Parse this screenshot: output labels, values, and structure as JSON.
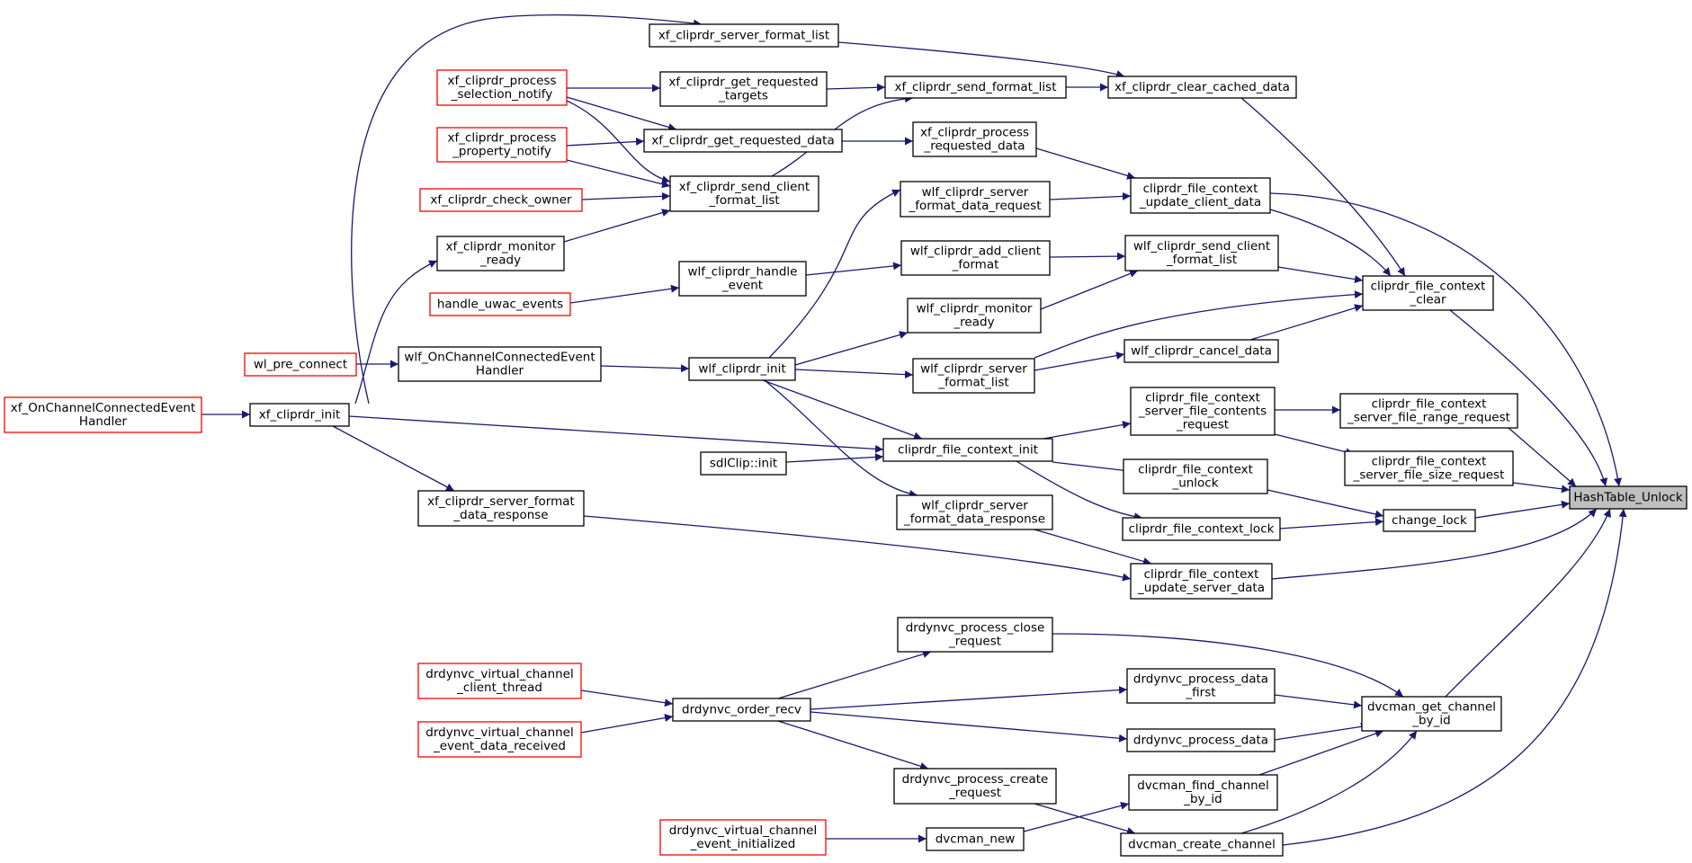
{
  "graph": {
    "edge_color": "#191970",
    "truncated_border_color": "#ff0000",
    "normal_border_color": "#000000",
    "root_fill": "#bfbfbf",
    "nodes": [
      {
        "id": "n_hash",
        "lines": [
          "HashTable_Unlock"
        ],
        "root": true
      },
      {
        "id": "n_fcc",
        "lines": [
          "cliprdr_file_context",
          "_clear"
        ]
      },
      {
        "id": "n_clr_cache",
        "lines": [
          "xf_cliprdr_clear_cached_data"
        ]
      },
      {
        "id": "n_srv_fmt_list_x",
        "lines": [
          "xf_cliprdr_server_format_list"
        ]
      },
      {
        "id": "n_send_fmt_list",
        "lines": [
          "xf_cliprdr_send_format_list"
        ]
      },
      {
        "id": "n_proc_sel",
        "lines": [
          "xf_cliprdr_process",
          "_selection_notify"
        ],
        "truncated": true
      },
      {
        "id": "n_get_req_tgt",
        "lines": [
          "xf_cliprdr_get_requested",
          "_targets"
        ]
      },
      {
        "id": "n_proc_prop",
        "lines": [
          "xf_cliprdr_process",
          "_property_notify"
        ],
        "truncated": true
      },
      {
        "id": "n_get_req_data",
        "lines": [
          "xf_cliprdr_get_requested_data"
        ]
      },
      {
        "id": "n_proc_req_data",
        "lines": [
          "xf_cliprdr_process",
          "_requested_data"
        ]
      },
      {
        "id": "n_check_owner",
        "lines": [
          "xf_cliprdr_check_owner"
        ],
        "truncated": true
      },
      {
        "id": "n_send_client_x",
        "lines": [
          "xf_cliprdr_send_client",
          "_format_list"
        ]
      },
      {
        "id": "n_upd_client",
        "lines": [
          "cliprdr_file_context",
          "_update_client_data"
        ]
      },
      {
        "id": "n_wlf_srv_fdr",
        "lines": [
          "wlf_cliprdr_server",
          "_format_data_request"
        ]
      },
      {
        "id": "n_monitor_x",
        "lines": [
          "xf_cliprdr_monitor",
          "_ready"
        ]
      },
      {
        "id": "n_wlf_add_fmt",
        "lines": [
          "wlf_cliprdr_add_client",
          "_format"
        ]
      },
      {
        "id": "n_wlf_send_client",
        "lines": [
          "wlf_cliprdr_send_client",
          "_format_list"
        ]
      },
      {
        "id": "n_wlf_handle",
        "lines": [
          "wlf_cliprdr_handle",
          "_event"
        ]
      },
      {
        "id": "n_uwac",
        "lines": [
          "handle_uwac_events"
        ],
        "truncated": true
      },
      {
        "id": "n_wlf_monitor",
        "lines": [
          "wlf_cliprdr_monitor",
          "_ready"
        ]
      },
      {
        "id": "n_wl_pre",
        "lines": [
          "wl_pre_connect"
        ],
        "truncated": true
      },
      {
        "id": "n_wlf_onchan",
        "lines": [
          "wlf_OnChannelConnectedEvent",
          "Handler"
        ]
      },
      {
        "id": "n_wlf_init",
        "lines": [
          "wlf_cliprdr_init"
        ]
      },
      {
        "id": "n_wlf_srv_fmt_list",
        "lines": [
          "wlf_cliprdr_server",
          "_format_list"
        ]
      },
      {
        "id": "n_wlf_cancel",
        "lines": [
          "wlf_cliprdr_cancel_data"
        ]
      },
      {
        "id": "n_xf_onchan",
        "lines": [
          "xf_OnChannelConnectedEvent",
          "Handler"
        ],
        "truncated": true
      },
      {
        "id": "n_xf_init",
        "lines": [
          "xf_cliprdr_init"
        ]
      },
      {
        "id": "n_fc_sfc_req",
        "lines": [
          "cliprdr_file_context",
          "_server_file_contents",
          "_request"
        ]
      },
      {
        "id": "n_fc_range",
        "lines": [
          "cliprdr_file_context",
          "_server_file_range_request"
        ]
      },
      {
        "id": "n_fc_init",
        "lines": [
          "cliprdr_file_context_init"
        ]
      },
      {
        "id": "n_sdl",
        "lines": [
          "sdlClip::init"
        ]
      },
      {
        "id": "n_fc_unlock",
        "lines": [
          "cliprdr_file_context",
          "_unlock"
        ]
      },
      {
        "id": "n_fc_size",
        "lines": [
          "cliprdr_file_context",
          "_server_file_size_request"
        ]
      },
      {
        "id": "n_xf_srv_fdresp",
        "lines": [
          "xf_cliprdr_server_format",
          "_data_response"
        ]
      },
      {
        "id": "n_wlf_srv_fdresp",
        "lines": [
          "wlf_cliprdr_server",
          "_format_data_response"
        ]
      },
      {
        "id": "n_change_lock",
        "lines": [
          "change_lock"
        ]
      },
      {
        "id": "n_fc_lock",
        "lines": [
          "cliprdr_file_context_lock"
        ]
      },
      {
        "id": "n_upd_server",
        "lines": [
          "cliprdr_file_context",
          "_update_server_data"
        ]
      },
      {
        "id": "n_dp_close",
        "lines": [
          "drdynvc_process_close",
          "_request"
        ]
      },
      {
        "id": "n_dvc_client_thread",
        "lines": [
          "drdynvc_virtual_channel",
          "_client_thread"
        ],
        "truncated": true
      },
      {
        "id": "n_dp_data_first",
        "lines": [
          "drdynvc_process_data",
          "_first"
        ]
      },
      {
        "id": "n_dvcman_get",
        "lines": [
          "dvcman_get_channel",
          "_by_id"
        ]
      },
      {
        "id": "n_order_recv",
        "lines": [
          "drdynvc_order_recv"
        ]
      },
      {
        "id": "n_dvc_event_recv",
        "lines": [
          "drdynvc_virtual_channel",
          "_event_data_received"
        ],
        "truncated": true
      },
      {
        "id": "n_dp_data",
        "lines": [
          "drdynvc_process_data"
        ]
      },
      {
        "id": "n_dp_create",
        "lines": [
          "drdynvc_process_create",
          "_request"
        ]
      },
      {
        "id": "n_dvcman_find",
        "lines": [
          "dvcman_find_channel",
          "_by_id"
        ]
      },
      {
        "id": "n_dvc_event_init",
        "lines": [
          "drdynvc_virtual_channel",
          "_event_initialized"
        ],
        "truncated": true
      },
      {
        "id": "n_dvcman_new",
        "lines": [
          "dvcman_new"
        ]
      },
      {
        "id": "n_dvcman_create",
        "lines": [
          "dvcman_create_channel"
        ]
      }
    ]
  }
}
